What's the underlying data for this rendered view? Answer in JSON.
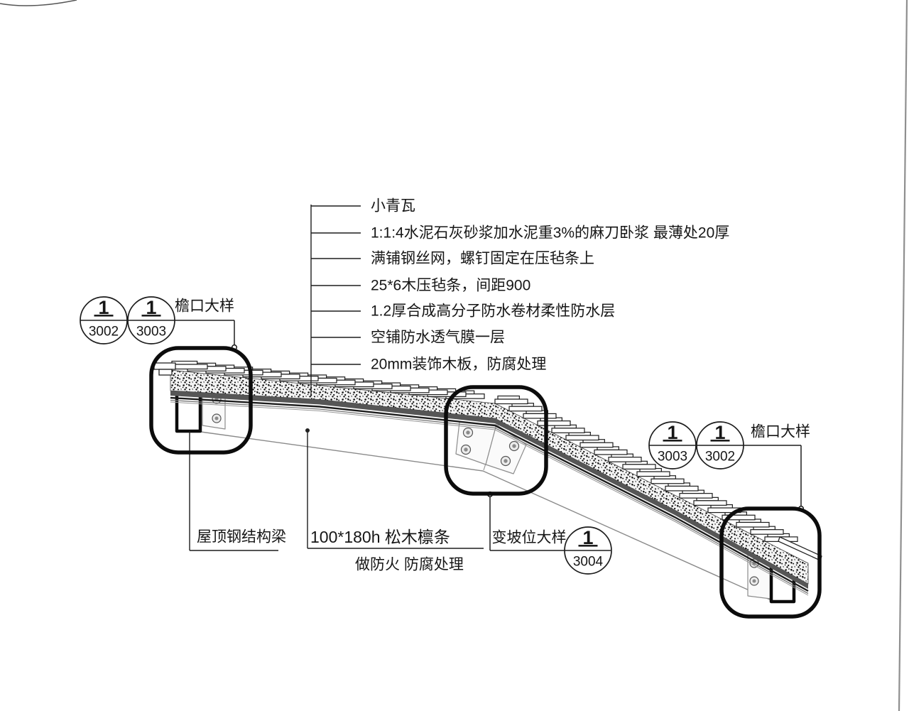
{
  "drawing": {
    "annotations": [
      "小青瓦",
      "1:1:4水泥石灰砂浆加水泥重3%的麻刀卧浆  最薄处20厚",
      "满铺钢丝网，螺钉固定在压毡条上",
      "25*6木压毡条，间距900",
      "1.2厚合成高分子防水卷材柔性防水层",
      "空铺防水透气膜一层",
      "20mm装饰木板，防腐处理"
    ],
    "callouts": {
      "left_eave": {
        "title": "檐口大样",
        "bubble1": {
          "num": "1",
          "sheet": "3002"
        },
        "bubble2": {
          "num": "1",
          "sheet": "3003"
        }
      },
      "right_eave": {
        "title": "檐口大样",
        "bubble1": {
          "num": "1",
          "sheet": "3003"
        },
        "bubble2": {
          "num": "1",
          "sheet": "3002"
        }
      },
      "slope_change": {
        "title": "变坡位大样",
        "bubble": {
          "num": "1",
          "sheet": "3004"
        }
      }
    },
    "labels": {
      "roof_beam": "屋顶钢结构梁",
      "purlin": "100*180h  松木檩条",
      "purlin_treatment": "做防火  防腐处理"
    },
    "colors": {
      "ink": "#1d1d1d",
      "mortar_speckle": "#111111",
      "membrane_gray": "#565656",
      "faint_line": "#8a8a8a"
    }
  }
}
